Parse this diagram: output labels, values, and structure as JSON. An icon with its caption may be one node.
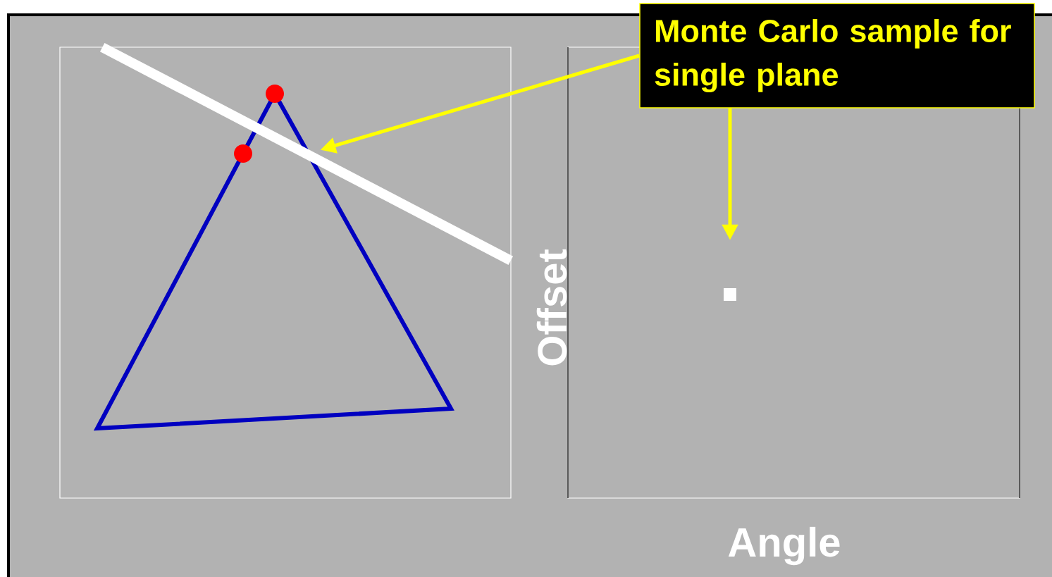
{
  "diagram": {
    "nodes": [
      {
        "text": [
          "Monte Carlo sample for single plane"
        ]
      },
      {
        "text": [],
        "shape": "bar"
      },
      {
        "text": [],
        "shape": "box"
      }
    ],
    "edges": [
      {
        "from": 0,
        "to": 1,
        "arrow": "to"
      },
      {
        "from": 0,
        "to": 2,
        "arrow": "to"
      }
    ],
    "labels": [
      "Offset",
      "Angle"
    ]
  }
}
